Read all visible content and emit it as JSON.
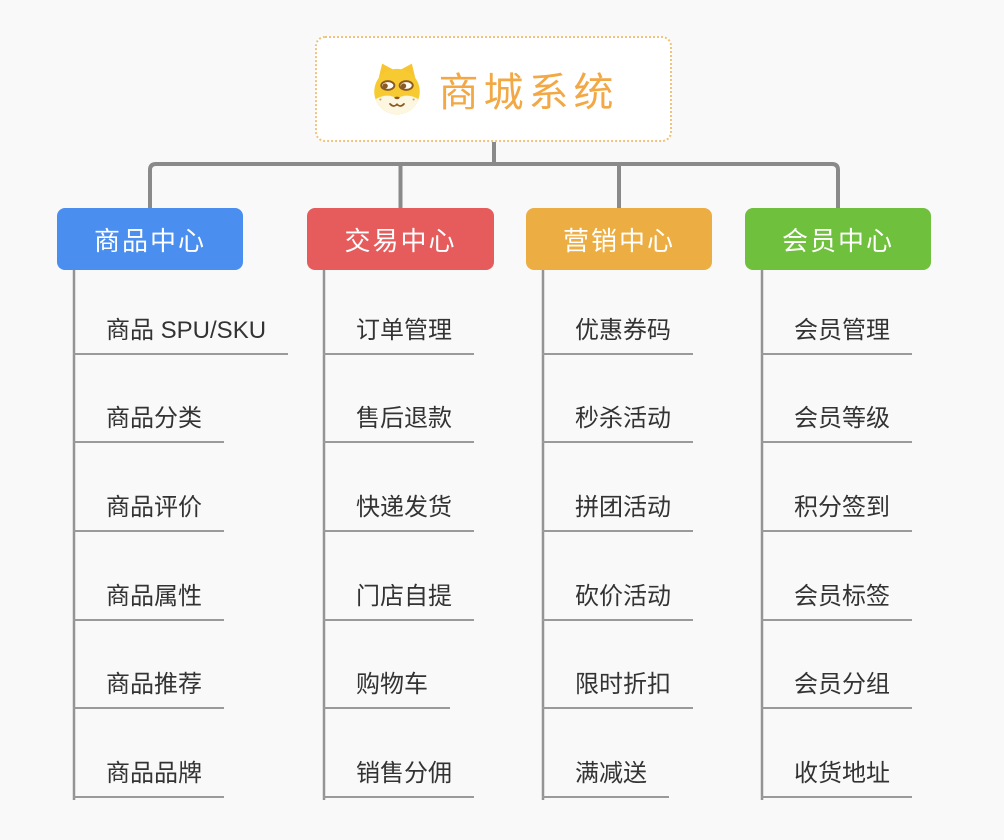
{
  "canvas": {
    "background_color": "#f9f9f9",
    "connector_color": "#8a8a8a",
    "leaf_line_color": "#949494"
  },
  "root": {
    "title": "商城系统",
    "icon": "shiba-dog-icon",
    "text_color": "#f2a844",
    "border_color": "#f3c27a"
  },
  "branches": [
    {
      "label": "商品中心",
      "color": "#4a8ef0",
      "children": [
        "商品 SPU/SKU",
        "商品分类",
        "商品评价",
        "商品属性",
        "商品推荐",
        "商品品牌"
      ]
    },
    {
      "label": "交易中心",
      "color": "#e65c5c",
      "children": [
        "订单管理",
        "售后退款",
        "快递发货",
        "门店自提",
        "购物车",
        "销售分佣"
      ]
    },
    {
      "label": "营销中心",
      "color": "#ecae42",
      "children": [
        "优惠券码",
        "秒杀活动",
        "拼团活动",
        "砍价活动",
        "限时折扣",
        "满减送"
      ]
    },
    {
      "label": "会员中心",
      "color": "#6fc03c",
      "children": [
        "会员管理",
        "会员等级",
        "积分签到",
        "会员标签",
        "会员分组",
        "收货地址"
      ]
    }
  ]
}
